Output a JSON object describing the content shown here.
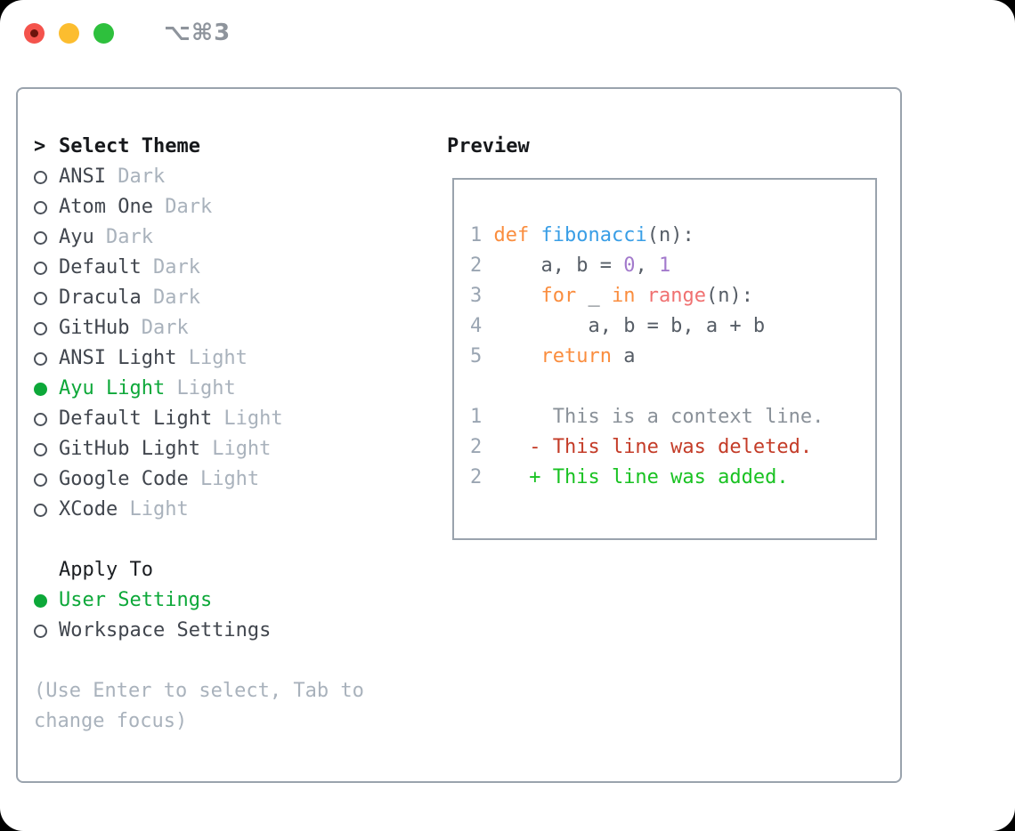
{
  "window": {
    "shortcut": "⌥⌘3",
    "traffic_lights": [
      {
        "name": "close-button",
        "color": "#f4534c",
        "dot": "#6b140c"
      },
      {
        "name": "minimize-button",
        "color": "#fcbd2f",
        "dot": null
      },
      {
        "name": "zoom-button",
        "color": "#2ec03d",
        "dot": null
      }
    ]
  },
  "theme_menu": {
    "title_prefix": ">",
    "title": "Select Theme",
    "selected_color": "#0da839",
    "items": [
      {
        "name": "ANSI",
        "variant": "Dark",
        "selected": false
      },
      {
        "name": "Atom One",
        "variant": "Dark",
        "selected": false
      },
      {
        "name": "Ayu",
        "variant": "Dark",
        "selected": false
      },
      {
        "name": "Default",
        "variant": "Dark",
        "selected": false
      },
      {
        "name": "Dracula",
        "variant": "Dark",
        "selected": false
      },
      {
        "name": "GitHub",
        "variant": "Dark",
        "selected": false
      },
      {
        "name": "ANSI Light",
        "variant": "Light",
        "selected": false
      },
      {
        "name": "Ayu Light",
        "variant": "Light",
        "selected": true
      },
      {
        "name": "Default Light",
        "variant": "Light",
        "selected": false
      },
      {
        "name": "GitHub Light",
        "variant": "Light",
        "selected": false
      },
      {
        "name": "Google Code",
        "variant": "Light",
        "selected": false
      },
      {
        "name": "XCode",
        "variant": "Light",
        "selected": false
      }
    ]
  },
  "apply_to": {
    "title": "Apply To",
    "selected_color": "#0da839",
    "options": [
      {
        "name": "User Settings",
        "selected": true
      },
      {
        "name": "Workspace Settings",
        "selected": false
      }
    ]
  },
  "help_text": "(Use Enter to select, Tab to change focus)",
  "preview": {
    "title": "Preview",
    "palette": {
      "num": "#9aa5b2",
      "kw": "#fa8d3e",
      "fn": "#399ee6",
      "plain": "#565d66",
      "const": "#a37acc",
      "special": "#f07171",
      "ctx": "#8a9199",
      "del": "#c43c28",
      "add": "#19c222"
    },
    "code_lines": [
      [
        {
          "c": "num",
          "t": "1 "
        },
        {
          "c": "kw",
          "t": "def "
        },
        {
          "c": "fn",
          "t": "fibonacci"
        },
        {
          "c": "plain",
          "t": "(n):"
        }
      ],
      [
        {
          "c": "num",
          "t": "2 "
        },
        {
          "c": "plain",
          "t": "    a, b = "
        },
        {
          "c": "const",
          "t": "0"
        },
        {
          "c": "plain",
          "t": ", "
        },
        {
          "c": "const",
          "t": "1"
        }
      ],
      [
        {
          "c": "num",
          "t": "3 "
        },
        {
          "c": "plain",
          "t": "    "
        },
        {
          "c": "kw",
          "t": "for"
        },
        {
          "c": "plain",
          "t": " _ "
        },
        {
          "c": "kw",
          "t": "in"
        },
        {
          "c": "plain",
          "t": " "
        },
        {
          "c": "special",
          "t": "range"
        },
        {
          "c": "plain",
          "t": "(n):"
        }
      ],
      [
        {
          "c": "num",
          "t": "4 "
        },
        {
          "c": "plain",
          "t": "        a, b = b, a + b"
        }
      ],
      [
        {
          "c": "num",
          "t": "5 "
        },
        {
          "c": "plain",
          "t": "    "
        },
        {
          "c": "kw",
          "t": "return"
        },
        {
          "c": "plain",
          "t": " a"
        }
      ],
      [],
      [
        {
          "c": "num",
          "t": "1"
        },
        {
          "c": "ctx",
          "t": "      This is a context line."
        }
      ],
      [
        {
          "c": "num",
          "t": "2"
        },
        {
          "c": "del",
          "t": "    - This line was deleted."
        }
      ],
      [
        {
          "c": "num",
          "t": "2"
        },
        {
          "c": "add",
          "t": "    + This line was added."
        }
      ]
    ]
  }
}
